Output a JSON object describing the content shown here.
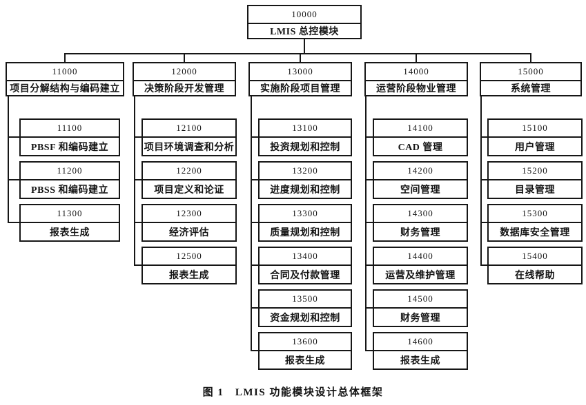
{
  "figure": {
    "caption": "图 1　LMIS 功能模块设计总体框架"
  },
  "root": {
    "code": "10000",
    "label": "LMIS 总控模块"
  },
  "branches": [
    {
      "code": "11000",
      "label": "项目分解结构与编码建立",
      "children": [
        {
          "code": "11100",
          "label": "PBSF 和编码建立"
        },
        {
          "code": "11200",
          "label": "PBSS 和编码建立"
        },
        {
          "code": "11300",
          "label": "报表生成"
        }
      ]
    },
    {
      "code": "12000",
      "label": "决策阶段开发管理",
      "children": [
        {
          "code": "12100",
          "label": "项目环境调查和分析"
        },
        {
          "code": "12200",
          "label": "项目定义和论证"
        },
        {
          "code": "12300",
          "label": "经济评估"
        },
        {
          "code": "12500",
          "label": "报表生成"
        }
      ]
    },
    {
      "code": "13000",
      "label": "实施阶段项目管理",
      "children": [
        {
          "code": "13100",
          "label": "投资规划和控制"
        },
        {
          "code": "13200",
          "label": "进度规划和控制"
        },
        {
          "code": "13300",
          "label": "质量规划和控制"
        },
        {
          "code": "13400",
          "label": "合同及付款管理"
        },
        {
          "code": "13500",
          "label": "资金规划和控制"
        },
        {
          "code": "13600",
          "label": "报表生成"
        }
      ]
    },
    {
      "code": "14000",
      "label": "运营阶段物业管理",
      "children": [
        {
          "code": "14100",
          "label": "CAD 管理"
        },
        {
          "code": "14200",
          "label": "空间管理"
        },
        {
          "code": "14300",
          "label": "财务管理"
        },
        {
          "code": "14400",
          "label": "运营及维护管理"
        },
        {
          "code": "14500",
          "label": "财务管理"
        },
        {
          "code": "14600",
          "label": "报表生成"
        }
      ]
    },
    {
      "code": "15000",
      "label": "系统管理",
      "children": [
        {
          "code": "15100",
          "label": "用户管理"
        },
        {
          "code": "15200",
          "label": "目录管理"
        },
        {
          "code": "15300",
          "label": "数据库安全管理"
        },
        {
          "code": "15400",
          "label": "在线帮助"
        }
      ]
    }
  ]
}
